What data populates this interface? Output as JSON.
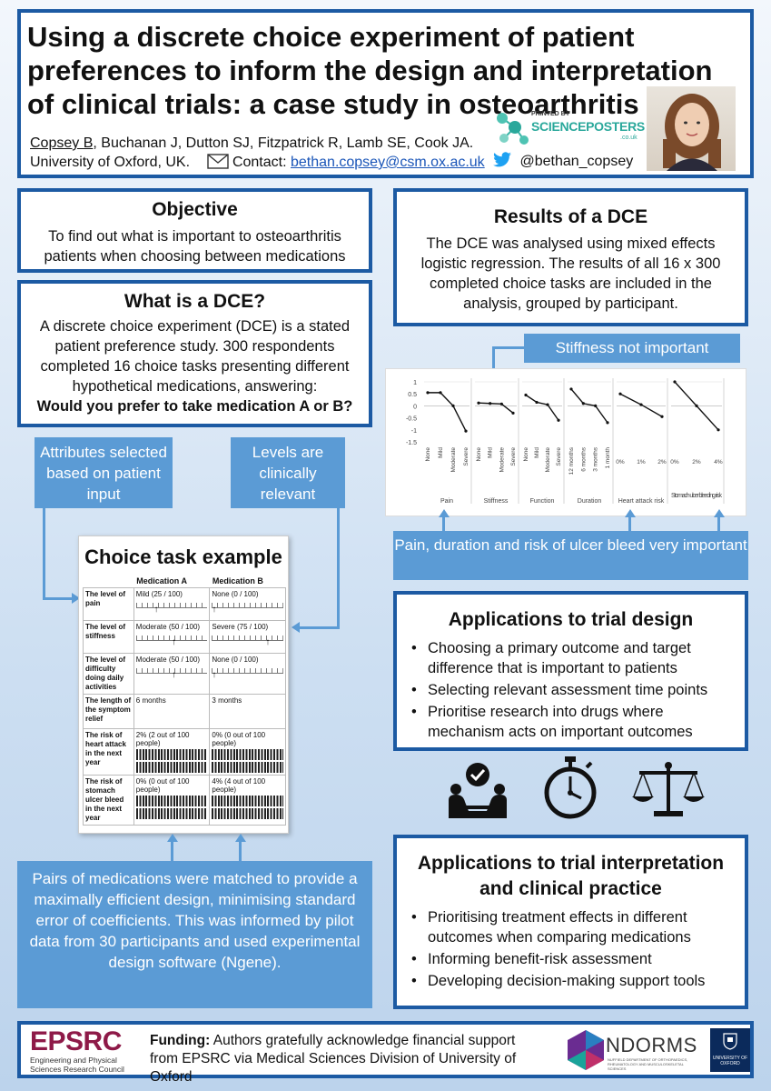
{
  "header": {
    "title": "Using a discrete choice experiment of patient preferences to inform the design and interpretation of clinical trials: a case study in osteoarthritis",
    "first_author": "Copsey B",
    "other_authors": ", Buchanan J, Dutton SJ, Fitzpatrick R, Lamb SE, Cook JA.",
    "affiliation": "University of Oxford, UK.",
    "contact_label": "Contact:",
    "email": "bethan.copsey@csm.ox.ac.uk",
    "twitter": "@bethan_copsey",
    "printed_by": "PRINTED BY",
    "sp_logo": "SCIENCEPOSTERS",
    "sp_domain": ".co.uk"
  },
  "objective": {
    "heading": "Objective",
    "text": "To find out what is important to osteoarthritis patients when choosing between medications"
  },
  "what_dce": {
    "heading": "What is a DCE?",
    "text": "A discrete choice experiment (DCE) is a stated patient preference study. 300 respondents completed 16 choice tasks presenting different hypothetical medications, answering:",
    "question": "Would you prefer to take medication A or B?"
  },
  "callouts": {
    "attributes": "Attributes selected based on patient input",
    "levels": "Levels are clinically relevant",
    "stiffness": "Stiffness not important",
    "important": "Pain, duration and risk of ulcer bleed very important",
    "design": "Pairs of medications were matched to provide a maximally efficient design, minimising standard error of coefficients. This was informed by pilot data from 30 participants and used experimental design software (Ngene)."
  },
  "choice_task": {
    "heading": "Choice task example",
    "col_a": "Medication A",
    "col_b": "Medication B",
    "rows": [
      {
        "attr": "The level of pain",
        "a": "Mild (25 / 100)",
        "b": "None (0 / 100)",
        "kind": "scale",
        "pa": 0.25,
        "pb": 0.0
      },
      {
        "attr": "The level of stiffness",
        "a": "Moderate (50 / 100)",
        "b": "Severe (75 / 100)",
        "kind": "scale",
        "pa": 0.5,
        "pb": 0.75
      },
      {
        "attr": "The level of difficulty doing daily activities",
        "a": "Moderate (50 / 100)",
        "b": "None (0 / 100)",
        "kind": "scale",
        "pa": 0.5,
        "pb": 0.0
      },
      {
        "attr": "The length of the symptom relief",
        "a": "6 months",
        "b": "3 months",
        "kind": "text"
      },
      {
        "attr": "The risk of heart attack in the next year",
        "a": "2% (2 out of 100 people)",
        "b": "0% (0 out of 100 people)",
        "kind": "people"
      },
      {
        "attr": "The risk of stomach ulcer bleed in the next year",
        "a": "0% (0 out of 100 people)",
        "b": "4% (4 out of 100 people)",
        "kind": "people"
      }
    ]
  },
  "results": {
    "heading": "Results of a DCE",
    "text": "The DCE was analysed using mixed effects logistic regression. The results of all 16 x 300 completed choice tasks are included in the analysis, grouped by participant."
  },
  "chart_data": {
    "type": "line",
    "ylim": [
      -1.5,
      1.0
    ],
    "yticks": [
      "1",
      "0.5",
      "0",
      "-0.5",
      "-1",
      "-1.5"
    ],
    "ytick_values": [
      1,
      0.5,
      0,
      -0.5,
      -1,
      -1.5
    ],
    "groups": [
      {
        "name": "Pain",
        "levels": [
          "None",
          "Mild",
          "Moderate",
          "Severe"
        ],
        "values": [
          0.55,
          0.55,
          0.0,
          -1.05
        ]
      },
      {
        "name": "Stiffness",
        "levels": [
          "None",
          "Mild",
          "Moderate",
          "Severe"
        ],
        "values": [
          0.12,
          0.1,
          0.08,
          -0.3
        ]
      },
      {
        "name": "Function",
        "levels": [
          "None",
          "Mild",
          "Moderate",
          "Severe"
        ],
        "values": [
          0.45,
          0.15,
          0.05,
          -0.6
        ]
      },
      {
        "name": "Duration",
        "levels": [
          "12 months",
          "6 months",
          "3 months",
          "1 month"
        ],
        "values": [
          0.7,
          0.1,
          0.0,
          -0.7
        ]
      },
      {
        "name": "Heart attack risk",
        "levels": [
          "0%",
          "1%",
          "2%"
        ],
        "values": [
          0.5,
          0.05,
          -0.45
        ]
      },
      {
        "name": "Stomach ulcer bleeding risk",
        "levels": [
          "0%",
          "2%",
          "4%"
        ],
        "values": [
          1.0,
          0.0,
          -1.0
        ]
      }
    ]
  },
  "trial_design": {
    "heading": "Applications to trial design",
    "items": [
      "Choosing a primary outcome and target difference that is important to patients",
      "Selecting relevant assessment time points",
      "Prioritise research into drugs where mechanism acts on important outcomes"
    ]
  },
  "icons": [
    "consultation-icon",
    "stopwatch-icon",
    "scales-icon"
  ],
  "trial_interp": {
    "heading": "Applications to trial interpretation and clinical practice",
    "items": [
      "Prioritising treatment effects in different outcomes when comparing medications",
      "Informing benefit-risk assessment",
      "Developing decision-making support tools"
    ]
  },
  "footer": {
    "epsrc": "EPSRC",
    "epsrc_sub": "Engineering and Physical Sciences Research Council",
    "funding_label": "Funding:",
    "funding_text": " Authors gratefully acknowledge financial support from EPSRC via Medical Sciences Division of University of Oxford",
    "ndorms": "NDORMS",
    "ndorms_sub": "NUFFIELD DEPARTMENT OF ORTHOPAEDICS, RHEUMATOLOGY AND MUSCULOSKELETAL SCIENCES",
    "oxford": "UNIVERSITY OF OXFORD"
  },
  "colors": {
    "primary": "#1c5aa3",
    "accent": "#5b9bd5"
  }
}
